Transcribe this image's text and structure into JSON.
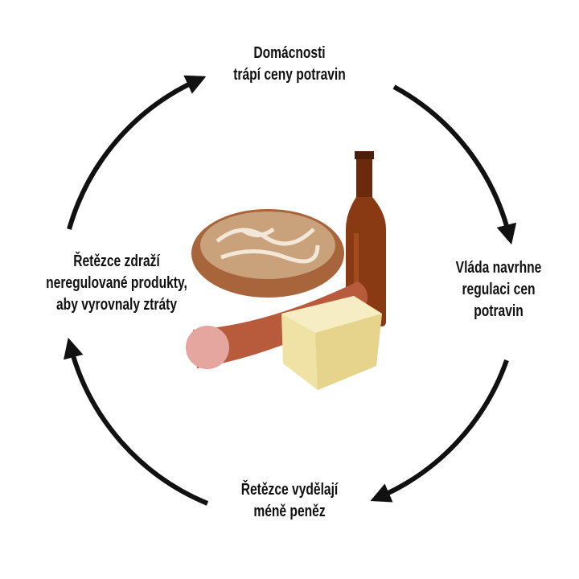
{
  "diagram": {
    "title": "Food price regulation cycle",
    "nodes": [
      {
        "id": "top",
        "lines": [
          "Domácnosti",
          "trápí ceny potravin"
        ]
      },
      {
        "id": "right",
        "lines": [
          "Vláda navrhne",
          "regulaci cen",
          "potravin"
        ]
      },
      {
        "id": "bottom",
        "lines": [
          "Řetězce vydělají",
          "méně peněz"
        ]
      },
      {
        "id": "left",
        "lines": [
          "Řetězce zdraží",
          "neregulované produkty,",
          "aby vyrovnaly ztráty"
        ]
      }
    ],
    "colors": {
      "arrow": "#111111",
      "text": "#111111"
    }
  }
}
